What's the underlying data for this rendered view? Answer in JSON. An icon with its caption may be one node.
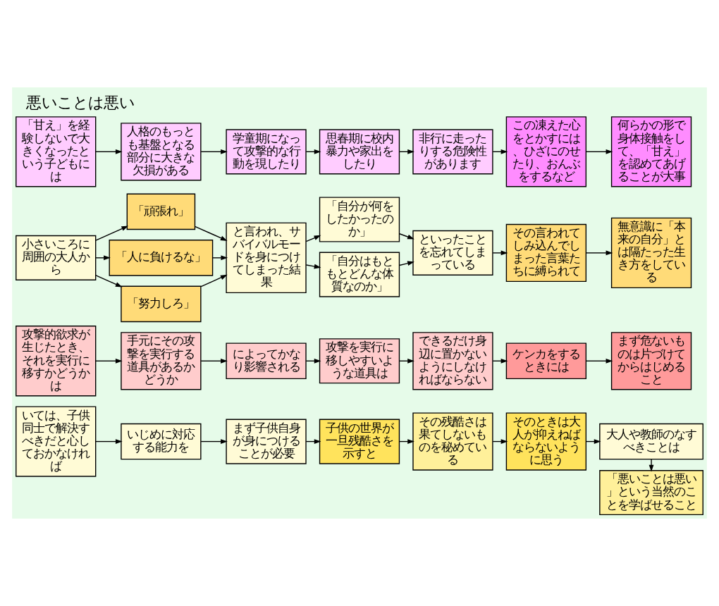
{
  "diagram": {
    "title": "悪いことは悪い",
    "nodes": [
      {
        "text": [
          "いては、子供同士で解決すべきだと心しておかなければ"
        ]
      },
      {
        "text": [
          "いじめに対応する能力を"
        ]
      },
      {
        "text": [
          "まず子供自身が身につけることが必要"
        ]
      },
      {
        "text": [
          "子供の世界が一旦残酷さを示すと"
        ]
      },
      {
        "text": [
          "その残酷さは果てしないものを秘めている"
        ]
      },
      {
        "text": [
          "そのときは大人が抑えねばならないように思う"
        ]
      },
      {
        "text": [
          "大人や教師のなすべきことは"
        ]
      },
      {
        "text": [
          "「悪いことは悪い」という当然のことを学ばせること"
        ]
      },
      {
        "text": [
          "攻撃的欲求が生じたとき、それを実行に移すかどうかは"
        ]
      },
      {
        "text": [
          "手元にその攻撃を実行する道具があるかどうか"
        ]
      },
      {
        "text": [
          "によってかなり影響される"
        ]
      },
      {
        "text": [
          "攻撃を実行に移しやすいような道具は"
        ]
      },
      {
        "text": [
          "できるだけ身辺に置かないようにしなければならない"
        ]
      },
      {
        "text": [
          "ケンカをするときには"
        ]
      },
      {
        "text": [
          "まず危ないものは片づけてからはじめること"
        ]
      },
      {
        "text": [
          "小さいころに周囲の大人から"
        ]
      },
      {
        "text": [
          "「頑張れ」"
        ]
      },
      {
        "text": [
          "「人に負けるな」"
        ]
      },
      {
        "text": [
          "「努力しろ」"
        ]
      },
      {
        "text": [
          "と言われ、サバイバルモードを身につけてしまった結果"
        ]
      },
      {
        "text": [
          "「自分が何をしたかったのか」"
        ]
      },
      {
        "text": [
          "「自分はもともとどんな体質なのか」"
        ]
      },
      {
        "text": [
          "といったことを忘れてしまっている"
        ]
      },
      {
        "text": [
          "その言われてしみ込んでしまった言葉たちに縛られて"
        ]
      },
      {
        "text": [
          "無意識に「本来の自分」とは隔たった生き方をしている"
        ]
      },
      {
        "text": [
          "「甘え」を経験しないで大きくなったという子どもには"
        ]
      },
      {
        "text": [
          "人格のもっとも基盤となる部分に大きな欠損がある"
        ]
      },
      {
        "text": [
          "学童期になって攻撃的な行動を現したり"
        ]
      },
      {
        "text": [
          "思春期に校内暴力や家出をしたり"
        ]
      },
      {
        "text": [
          "非行に走ったりする危険性があります"
        ]
      },
      {
        "text": [
          "この凍えた心をとかすには、ひざにのせたり、おんぶをするなど"
        ]
      },
      {
        "text": [
          "何らかの形で身体接触をして、「甘え」を認めてあげることが大事"
        ]
      }
    ],
    "edges": [
      {
        "from": 0,
        "to": 1,
        "arrow": "to"
      },
      {
        "from": 1,
        "to": 2,
        "arrow": "to"
      },
      {
        "from": 2,
        "to": 3,
        "arrow": "to"
      },
      {
        "from": 3,
        "to": 4,
        "arrow": "to"
      },
      {
        "from": 4,
        "to": 5,
        "arrow": "to"
      },
      {
        "from": 5,
        "to": 6,
        "arrow": "to"
      },
      {
        "from": 6,
        "to": 7,
        "arrow": "to"
      },
      {
        "from": 8,
        "to": 9,
        "arrow": "to"
      },
      {
        "from": 9,
        "to": 10,
        "arrow": "to"
      },
      {
        "from": 10,
        "to": 11,
        "arrow": "to"
      },
      {
        "from": 11,
        "to": 12,
        "arrow": "to"
      },
      {
        "from": 12,
        "to": 13,
        "arrow": "to"
      },
      {
        "from": 13,
        "to": 14,
        "arrow": "to"
      },
      {
        "from": 15,
        "to": 16,
        "arrow": "to"
      },
      {
        "from": 15,
        "to": 17,
        "arrow": "to"
      },
      {
        "from": 15,
        "to": 18,
        "arrow": "to"
      },
      {
        "from": 16,
        "to": 19,
        "arrow": "to"
      },
      {
        "from": 17,
        "to": 19,
        "arrow": "to"
      },
      {
        "from": 18,
        "to": 19,
        "arrow": "to"
      },
      {
        "from": 19,
        "to": 20,
        "arrow": "to"
      },
      {
        "from": 19,
        "to": 21,
        "arrow": "to"
      },
      {
        "from": 20,
        "to": 22,
        "arrow": "to"
      },
      {
        "from": 21,
        "to": 22,
        "arrow": "to"
      },
      {
        "from": 22,
        "to": 23,
        "arrow": "to"
      },
      {
        "from": 23,
        "to": 24,
        "arrow": "to"
      },
      {
        "from": 25,
        "to": 26,
        "arrow": "to"
      },
      {
        "from": 26,
        "to": 27,
        "arrow": "to"
      },
      {
        "from": 27,
        "to": 28,
        "arrow": "to"
      },
      {
        "from": 28,
        "to": 29,
        "arrow": "to"
      },
      {
        "from": 29,
        "to": 30,
        "arrow": "to"
      },
      {
        "from": 30,
        "to": 31,
        "arrow": "to"
      }
    ]
  }
}
